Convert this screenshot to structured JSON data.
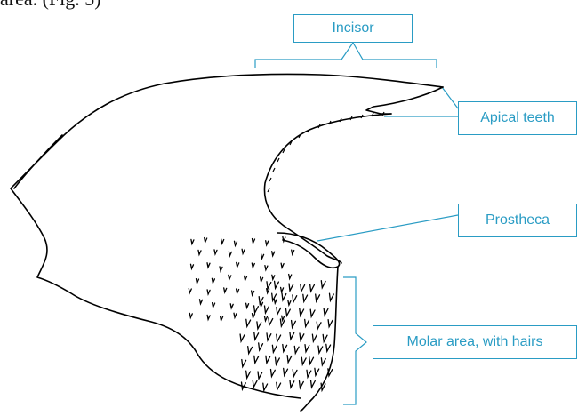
{
  "caption": "area. (Fig. 5)",
  "labels": {
    "incisor": "Incisor",
    "apical_teeth": "Apical teeth",
    "prostheca": "Prostheca",
    "molar_area": "Molar area, with hairs"
  },
  "colors": {
    "label": "#2a9cc4",
    "outline": "#000000",
    "background": "#ffffff"
  }
}
